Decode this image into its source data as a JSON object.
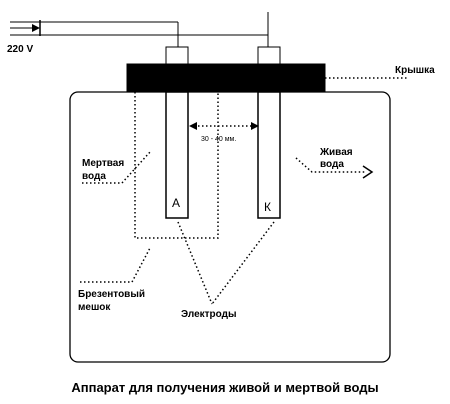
{
  "voltage_label": "220 V",
  "lid_label": "Крышка",
  "distance_label": "30 - 40 мм.",
  "dead_water_label_1": "Мертвая",
  "dead_water_label_2": "вода",
  "live_water_label_1": "Живая",
  "live_water_label_2": "вода",
  "anode_label": "А",
  "cathode_label": "К",
  "bag_label_1": "Брезентовый",
  "bag_label_2": "мешок",
  "electrodes_label": "Электроды",
  "caption": "Аппарат для получения живой и мертвой воды"
}
